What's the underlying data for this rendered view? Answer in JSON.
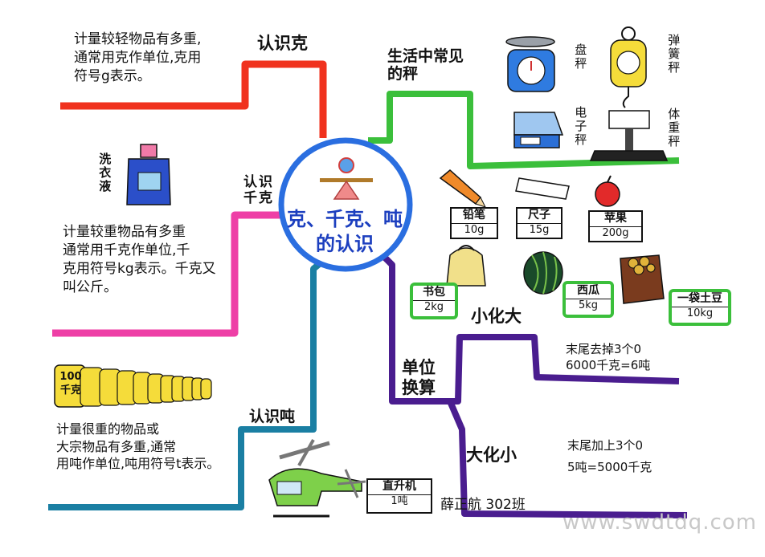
{
  "center": {
    "line1": "克、千克、吨",
    "line2": "的认识"
  },
  "branches": {
    "gram": {
      "label": "认识克",
      "note_lines": [
        "计量较轻物品有多重,",
        "通常用克作单位,克用",
        "符号g表示。"
      ]
    },
    "kilogram": {
      "label": "认识千克",
      "item": "洗衣液",
      "note_lines": [
        "计量较重物品有多重",
        "通常用千克作单位,千",
        "克用符号kg表示。千克又",
        "叫公斤。"
      ]
    },
    "ton": {
      "label": "认识吨",
      "sack_label": "100千克",
      "note_lines": [
        "计量很重的物品或",
        "大宗物品有多重,通常",
        "用吨作单位,吨用符号t表示。"
      ],
      "heli": {
        "name": "直升机",
        "weight": "1吨"
      },
      "author": "薛正航 302班"
    },
    "scales": {
      "label": "生活中常见的秤",
      "items": [
        "盘秤",
        "弹簧秤",
        "电子秤",
        "体重秤"
      ]
    },
    "examples": [
      {
        "name": "铅笔",
        "weight": "10g"
      },
      {
        "name": "尺子",
        "weight": "15g"
      },
      {
        "name": "苹果",
        "weight": "200g"
      },
      {
        "name": "书包",
        "weight": "2kg"
      },
      {
        "name": "西瓜",
        "weight": "5kg"
      },
      {
        "name": "一袋土豆",
        "weight": "10kg"
      }
    ],
    "conversion": {
      "label": "单位换算",
      "small_to_big": {
        "label": "小化大",
        "lines": [
          "末尾去掉3个0",
          "6000千克=6吨"
        ]
      },
      "big_to_small": {
        "label": "大化小",
        "lines": [
          "末尾加上3个0",
          "5吨=5000千克"
        ]
      }
    }
  },
  "watermark": "www.swdtdq.com",
  "colors": {
    "gram": "#f0321e",
    "kilogram": "#ee3fa6",
    "ton": "#1a7fa3",
    "scales": "#3bbf3b",
    "conversion": "#4a1d8f",
    "center": "#2a6ee0"
  }
}
